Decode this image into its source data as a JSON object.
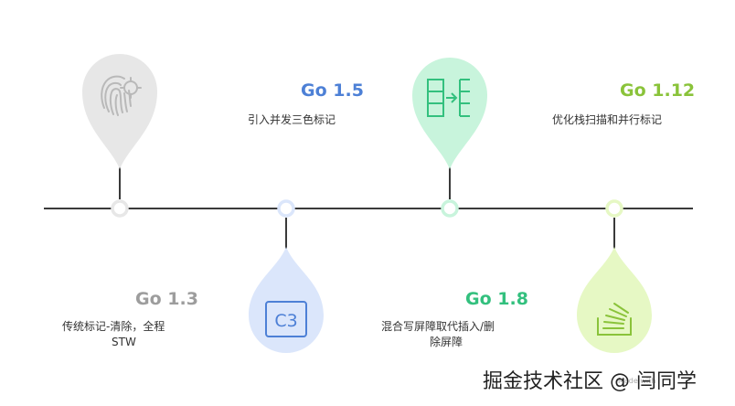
{
  "colors": {
    "gray": "#e7e7e7",
    "gray_icon": "#b9b9b9",
    "gray_text": "#9d9d9d",
    "blue": "#dbe6fb",
    "blue_icon": "#4d80d6",
    "blue_text": "#4d80d6",
    "green": "#c8f4dc",
    "green_icon": "#33c07e",
    "green_text": "#33c07e",
    "lime": "#e6f8c4",
    "lime_icon": "#8ac33a",
    "lime_text": "#8ac33a",
    "line": "#3a3a3a"
  },
  "events": [
    {
      "version": "Go 1.3",
      "desc_lines": [
        "传统标记-清除，全程",
        "STW"
      ],
      "icon": "fingerprint-target-icon",
      "color": "gray"
    },
    {
      "version": "Go 1.5",
      "desc_lines": [
        "引入并发三色标记"
      ],
      "icon": "c3-box-icon",
      "icon_text": "C3",
      "color": "blue"
    },
    {
      "version": "Go 1.8",
      "desc_lines": [
        "混合写屏障取代插入/删",
        "除屏障"
      ],
      "icon": "column-arrow-icon",
      "color": "green"
    },
    {
      "version": "Go 1.12",
      "desc_lines": [
        "优化栈扫描和并行标记"
      ],
      "icon": "stack-overflow-icon",
      "color": "lime"
    }
  ],
  "watermark": {
    "text": "掘金技术社区 @ 闫同学",
    "sub": "Made with"
  }
}
